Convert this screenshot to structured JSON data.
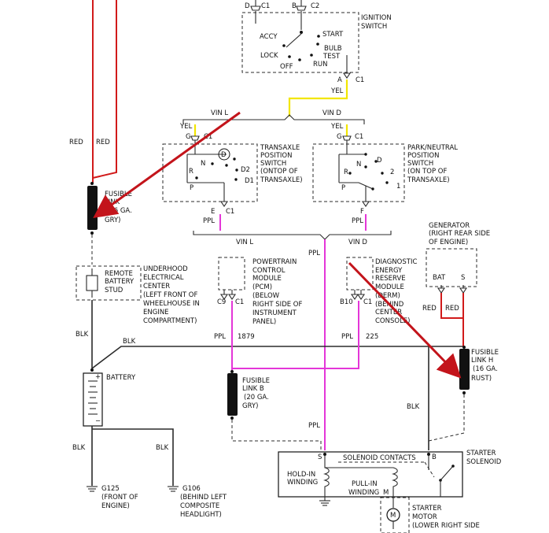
{
  "labels": {
    "top_conn": [
      "D",
      "C1",
      "B",
      "C2"
    ],
    "ignition_switch": [
      "IGNITION",
      "SWITCH"
    ],
    "ign_positions": [
      "ACCY",
      "START",
      "LOCK",
      "BULB",
      "TEST",
      "OFF",
      "RUN"
    ],
    "ign_bottom": [
      "A",
      "C1"
    ],
    "yel": "YEL",
    "red": "RED",
    "blk": "BLK",
    "ppl": "PPL",
    "vin_l": "VIN L",
    "vin_d": "VIN D",
    "conn_g": "G",
    "conn_c1": "C1",
    "conn_e": "E",
    "conn_f": "F",
    "transaxle_switch": [
      "TRANSAXLE",
      "POSITION",
      "SWITCH",
      "(ONTOP OF",
      "TRANSAXLE)"
    ],
    "trans_gears": [
      "D",
      "N",
      "R",
      "D2",
      "D1",
      "P"
    ],
    "pn_switch": [
      "PARK/NEUTRAL",
      "POSITION",
      "SWITCH",
      "(ON TOP OF",
      "TRANSAXLE)"
    ],
    "pn_gears": [
      "R",
      "N",
      "D",
      "2",
      "P",
      "1"
    ],
    "fusible_link_main": [
      "FUSIBLE",
      "LINK",
      "(16 GA.",
      "GRY)"
    ],
    "generator": [
      "GENERATOR",
      "(RIGHT REAR SIDE",
      "OF ENGINE)"
    ],
    "gen_terms": [
      "BAT",
      "S"
    ],
    "remote_stud": [
      "REMOTE",
      "BATTERY",
      "STUD"
    ],
    "underhood": [
      "UNDERHOOD",
      "ELECTRICAL",
      "CENTER",
      "(LEFT FRONT OF",
      "WHEELHOUSE IN",
      "ENGINE",
      "COMPARTMENT)"
    ],
    "pcm": [
      "POWERTRAIN",
      "CONTROL",
      "MODULE",
      "(PCM)",
      "(BELOW",
      "RIGHT SIDE OF",
      "INSTRUMENT",
      "PANEL)"
    ],
    "pcm_pins": [
      "C9",
      "C1"
    ],
    "pcm_wire": "1879",
    "derm": [
      "DIAGNOSTIC",
      "ENERGY",
      "RESERVE",
      "MODULE",
      "(DERM)",
      "(BEHIND",
      "CENTER",
      "CONSOLE)"
    ],
    "derm_pins": [
      "B10",
      "C1"
    ],
    "derm_wire": "225",
    "fusible_link_h": [
      "FUSIBLE",
      "LINK H",
      "(16 GA.",
      "RUST)"
    ],
    "battery": "BATTERY",
    "fusible_link_b": [
      "FUSIBLE",
      "LINK B",
      "(20 GA.",
      "GRY)"
    ],
    "g125": [
      "G125",
      "(FRONT OF",
      "ENGINE)"
    ],
    "g106": [
      "G106",
      "(BEHIND LEFT",
      "COMPOSITE",
      "HEADLIGHT)"
    ],
    "solenoid_contacts": "SOLENOID CONTACTS",
    "starter_solenoid": [
      "STARTER",
      "SOLENOID"
    ],
    "sol_terms": [
      "S",
      "B",
      "M"
    ],
    "hold_in": [
      "HOLD-IN",
      "WINDING"
    ],
    "pull_in": [
      "PULL-IN",
      "WINDING"
    ],
    "starter_motor": [
      "STARTER",
      "MOTOR",
      "(LOWER RIGHT SIDE"
    ],
    "motor_symbol": "M"
  },
  "colors": {
    "wire_black": "#2b2b2b",
    "wire_red": "#d11a1a",
    "wire_yellow": "#f2e600",
    "wire_purple": "#e436d8",
    "annotation_arrow": "#c3141b"
  }
}
